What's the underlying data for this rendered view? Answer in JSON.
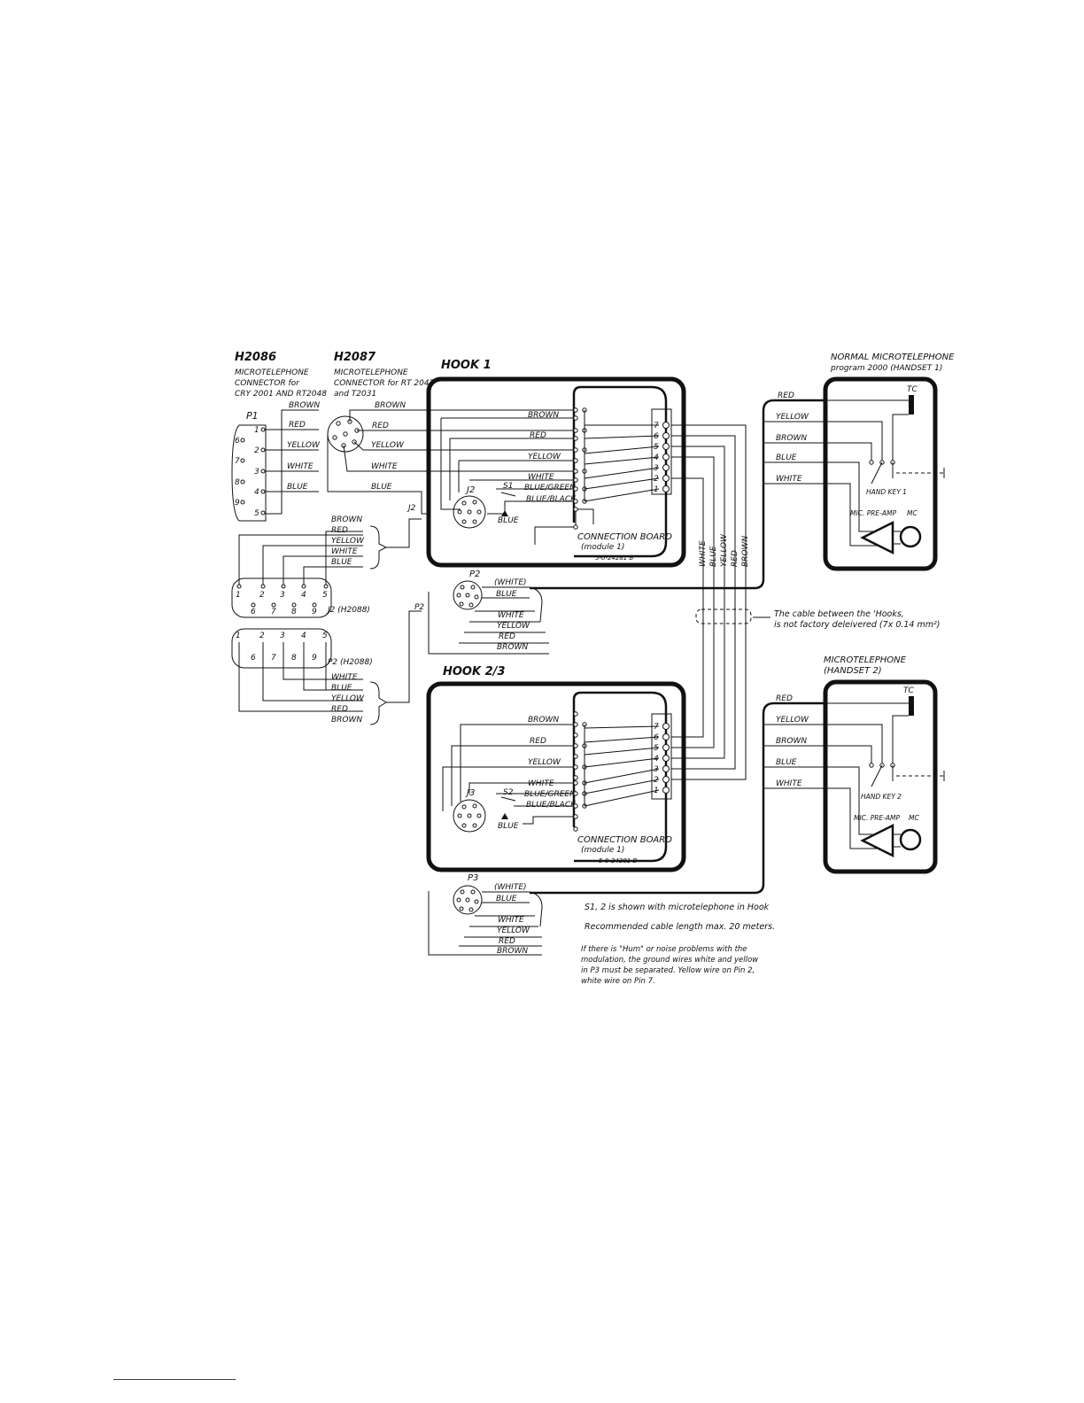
{
  "left_connectors": {
    "h2086": {
      "title": "H2086",
      "desc": [
        "MICROTELEPHONE",
        "CONNECTOR for",
        "CRY 2001 AND RT2048"
      ],
      "plug": "P1",
      "wires": [
        "BROWN",
        "RED",
        "YELLOW",
        "WHITE",
        "BLUE"
      ],
      "pins": [
        "1",
        "2",
        "3",
        "4",
        "5",
        "6",
        "7",
        "8",
        "9"
      ]
    },
    "h2087": {
      "title": "H2087",
      "desc": [
        "MICROTELEPHONE",
        "CONNECTOR for RT 2047",
        "and T2031"
      ],
      "wires": [
        "BROWN",
        "RED",
        "YELLOW",
        "WHITE",
        "BLUE"
      ]
    },
    "j2_h2088": {
      "label": "J2 (H2088)",
      "wires": [
        "BROWN",
        "RED",
        "YELLOW",
        "WHITE",
        "BLUE"
      ],
      "pins_top": [
        "1",
        "2",
        "3",
        "4",
        "5"
      ],
      "pins_bottom": [
        "6",
        "7",
        "8",
        "9"
      ]
    },
    "p2_h2088": {
      "label": "P2 (H2088)",
      "wires": [
        "WHITE",
        "BLUE",
        "YELLOW",
        "RED",
        "BROWN"
      ],
      "pins_top": [
        "1",
        "2",
        "3",
        "4",
        "5"
      ],
      "pins_bottom": [
        "6",
        "7",
        "8",
        "9"
      ]
    },
    "j2_tag": "J2",
    "p2_tag": "P2"
  },
  "hook1": {
    "title": "HOOK 1",
    "jack": "J2",
    "switch": "S1",
    "wires": [
      "BROWN",
      "RED",
      "YELLOW",
      "WHITE",
      "BLUE/GREEN",
      "BLUE/BLACK",
      "BLUE"
    ],
    "board": {
      "name": "CONNECTION BOARD",
      "module": "(module 1)",
      "part": "5-0-24281 B"
    },
    "terminals": [
      "7",
      "6",
      "5",
      "4",
      "3",
      "2",
      "1"
    ],
    "plug": {
      "label": "P2",
      "wires": [
        "(WHITE)",
        "BLUE",
        "WHITE",
        "YELLOW",
        "RED",
        "BROWN"
      ]
    }
  },
  "hook23": {
    "title": "HOOK 2/3",
    "jack": "J3",
    "switch": "S2",
    "wires": [
      "BROWN",
      "RED",
      "YELLOW",
      "WHITE",
      "BLUE/GREEN",
      "BLUE/BLACK",
      "BLUE"
    ],
    "board": {
      "name": "CONNECTION BOARD",
      "module": "(module 1)",
      "part": "5-0-24281 B"
    },
    "terminals": [
      "7",
      "6",
      "5",
      "4",
      "3",
      "2",
      "1"
    ],
    "plug": {
      "label": "P3",
      "wires": [
        "(WHITE)",
        "BLUE",
        "WHITE",
        "YELLOW",
        "RED",
        "BROWN"
      ]
    }
  },
  "cable_labels": [
    "WHITE",
    "BLUE",
    "YELLOW",
    "RED",
    "BROWN"
  ],
  "cable_note": [
    "The cable between the 'Hooks,",
    "is not factory deleivered (7x 0.14 mm²)"
  ],
  "handset1": {
    "title": "NORMAL MICROTELEPHONE",
    "subtitle": "program 2000 (HANDSET 1)",
    "wires": [
      "RED",
      "YELLOW",
      "BROWN",
      "BLUE",
      "WHITE"
    ],
    "tc": "TC",
    "hand_key": "HAND KEY 1",
    "preamp": "MIC. PRE-AMP",
    "mc": "MC"
  },
  "handset2": {
    "title": "MICROTELEPHONE",
    "subtitle": "(HANDSET 2)",
    "wires": [
      "RED",
      "YELLOW",
      "BROWN",
      "BLUE",
      "WHITE"
    ],
    "tc": "TC",
    "hand_key": "HAND KEY 2",
    "preamp": "MIC. PRE-AMP",
    "mc": "MC"
  },
  "notes": [
    "S1, 2 is shown with microtelephone in Hook",
    "Recommended cable length max. 20 meters.",
    "If there is \"Hum\" or noise problems with the",
    "modulation, the ground wires white and yellow",
    "in P3 must be separated. Yellow wire on Pin 2,",
    "white wire on Pin 7."
  ]
}
